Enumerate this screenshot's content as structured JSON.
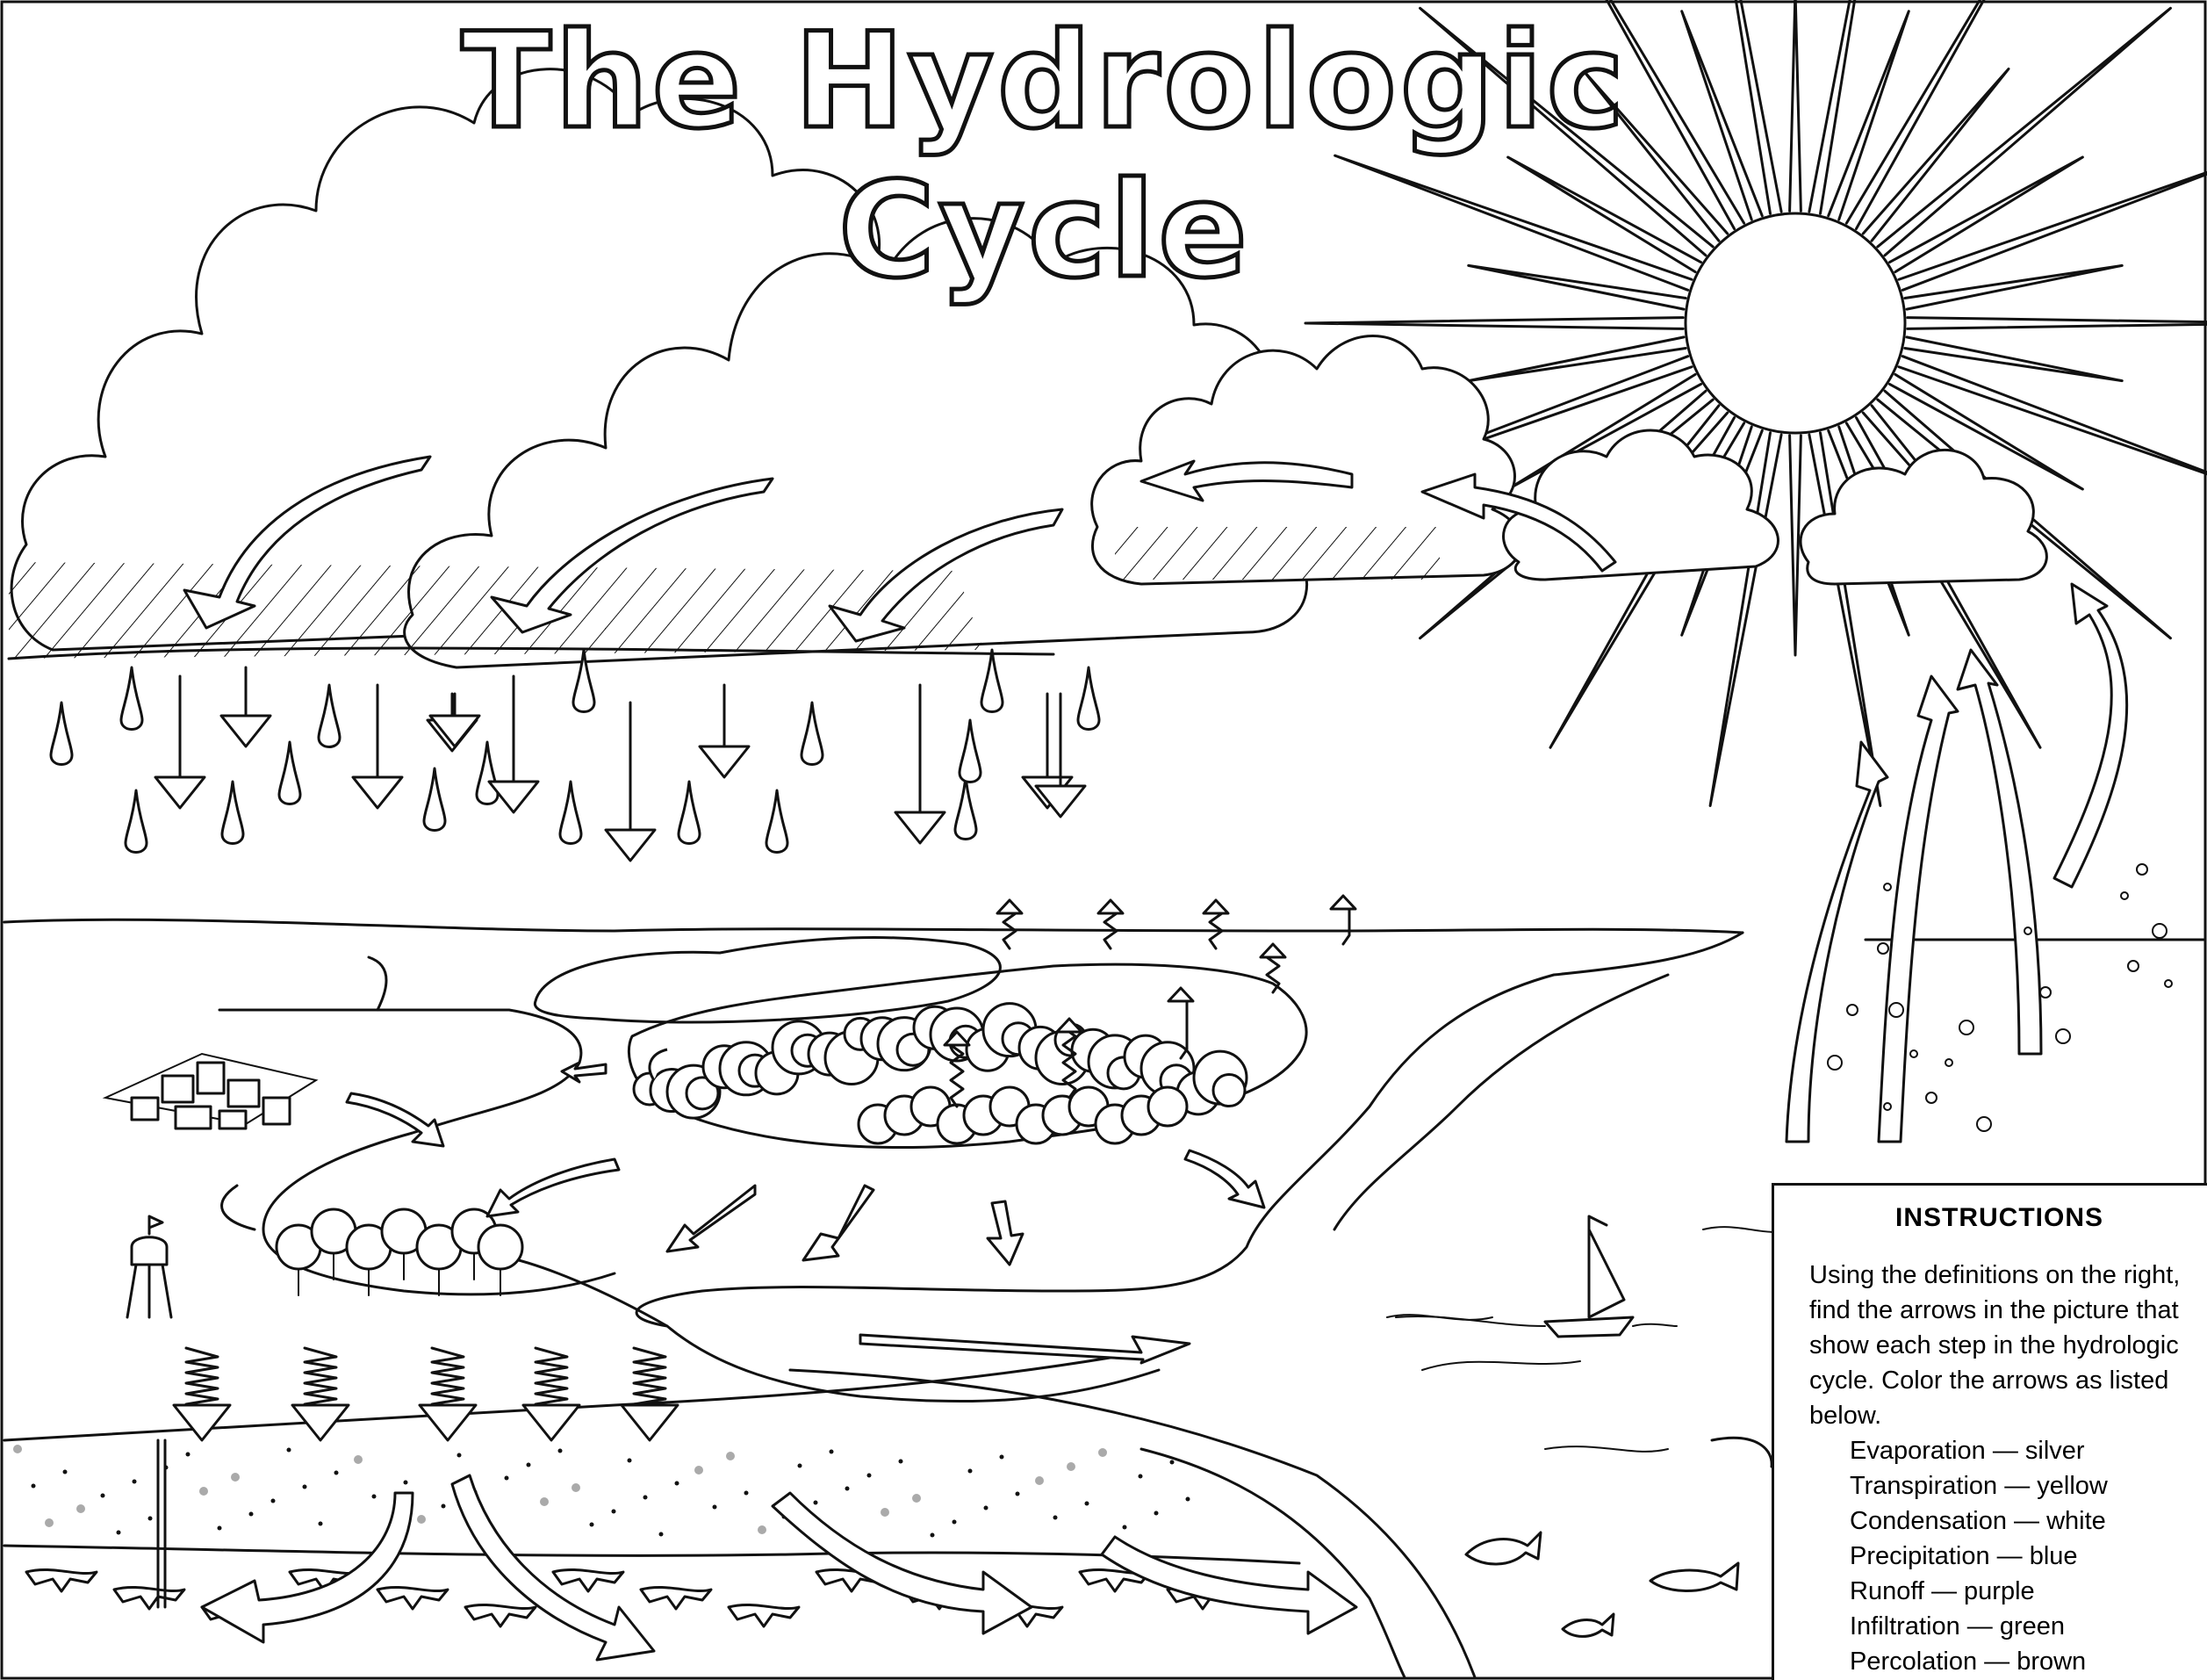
{
  "title": "The Hydrologic Cycle",
  "instructions": {
    "heading": "INSTRUCTIONS",
    "body": "Using the definitions on the right, find the arrows in the picture that show each step in the hydrologic cycle. Color the arrows as listed below.",
    "items": [
      "Evaporation — silver",
      "Transpiration — yellow",
      "Condensation — white",
      "Precipitation — blue",
      "Runoff — purple",
      "Infiltration — green",
      "Percolation — brown"
    ]
  },
  "icons": [
    "sun-icon",
    "cloud-icon",
    "raindrop-icon",
    "tree-icon",
    "sailboat-icon",
    "fish-icon",
    "water-tower-icon",
    "city-icon"
  ]
}
